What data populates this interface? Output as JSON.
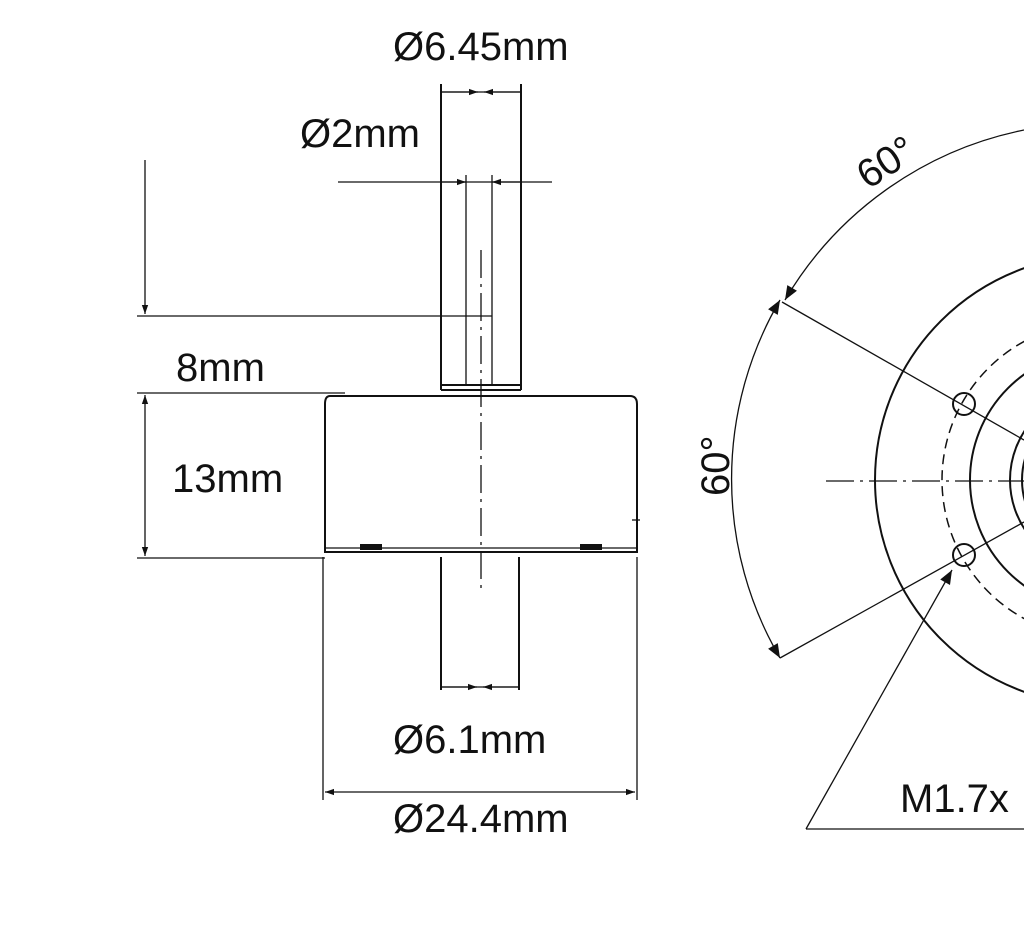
{
  "labels": {
    "top_outer_diameter": "Ø6.45mm",
    "top_inner_diameter": "Ø2mm",
    "shaft_height": "8mm",
    "body_height": "13mm",
    "bottom_diameter": "Ø6.1mm",
    "body_diameter": "Ø24.4mm",
    "angle_upper": "60°",
    "angle_left": "60°",
    "thread_spec": "M1.7x"
  }
}
